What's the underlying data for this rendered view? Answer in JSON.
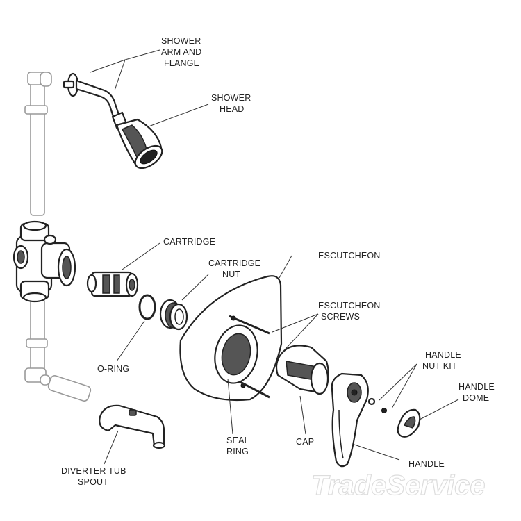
{
  "labels": {
    "shower_arm_l1": "SHOWER",
    "shower_arm_l2": "ARM AND",
    "shower_arm_l3": "FLANGE",
    "shower_head_l1": "SHOWER",
    "shower_head_l2": "HEAD",
    "cartridge": "CARTRIDGE",
    "cartridge_nut_l1": "CARTRIDGE",
    "cartridge_nut_l2": "NUT",
    "escutcheon": "ESCUTCHEON",
    "escutcheon_screws_l1": "ESCUTCHEON",
    "escutcheon_screws_l2": "SCREWS",
    "o_ring": "O-RING",
    "handle_nut_kit_l1": "HANDLE",
    "handle_nut_kit_l2": "NUT KIT",
    "handle_dome_l1": "HANDLE",
    "handle_dome_l2": "DOME",
    "seal_ring_l1": "SEAL",
    "seal_ring_l2": "RING",
    "cap": "CAP",
    "handle": "HANDLE",
    "diverter_l1": "DIVERTER TUB",
    "diverter_l2": "SPOUT"
  },
  "watermark": "TradeService"
}
